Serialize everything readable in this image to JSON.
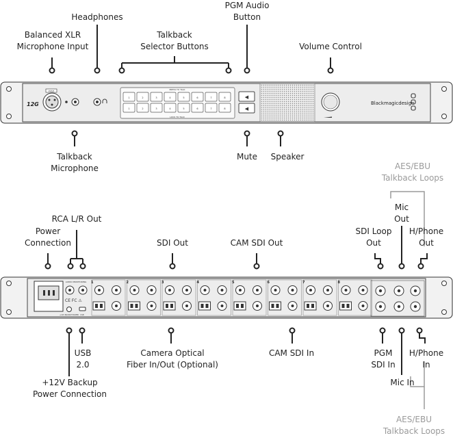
{
  "front_panel": {
    "model_logo": "12G",
    "push_text": "PUSH",
    "press_to_talk": "PRESS TO TALK",
    "lock_to_talk": "LOCK TO TALK",
    "channel_numbers": [
      "1",
      "2",
      "3",
      "4",
      "5",
      "6",
      "7",
      "8"
    ],
    "brand": "Blackmagicdesign",
    "callouts_top": {
      "balanced_xlr": "Balanced XLR\nMicrophone Input",
      "headphones": "Headphones",
      "talkback_selector": "Talkback\nSelector Buttons",
      "pgm_audio_button": "PGM Audio\nButton",
      "volume_control": "Volume Control"
    },
    "callouts_bottom": {
      "talkback_microphone": "Talkback\nMicrophone",
      "mute": "Mute",
      "speaker": "Speaker"
    }
  },
  "rear_panel": {
    "power_text": "+12V BACKUP POWER",
    "usb_text": "USB",
    "audio_monitoring": "AUDIO MONITORING",
    "rear_channel_numbers": [
      "1",
      "2",
      "3",
      "4",
      "5",
      "6",
      "7",
      "8"
    ],
    "callouts_top": {
      "power_connection": "Power\nConnection",
      "rca_out": "RCA L/R Out",
      "sdi_out": "SDI Out",
      "cam_sdi_out": "CAM SDI Out",
      "aes_ebu_top": "AES/EBU\nTalkback Loops",
      "mic_out": "Mic\nOut",
      "sdi_loop_out": "SDI Loop\nOut",
      "hphone_out": "H/Phone\nOut"
    },
    "callouts_bottom": {
      "usb": "USB\n2.0",
      "backup_power": "+12V Backup\nPower Connection",
      "camera_optical": "Camera Optical\nFiber In/Out (Optional)",
      "cam_sdi_in": "CAM SDI In",
      "pgm_sdi_in": "PGM\nSDI In",
      "mic_in": "Mic In",
      "hphone_in": "H/Phone\nIn",
      "aes_ebu_bottom": "AES/EBU\nTalkback Loops"
    }
  },
  "colors": {
    "panel": "#f2f2f2",
    "line": "#222222",
    "gray_line": "#9a9a9a"
  }
}
